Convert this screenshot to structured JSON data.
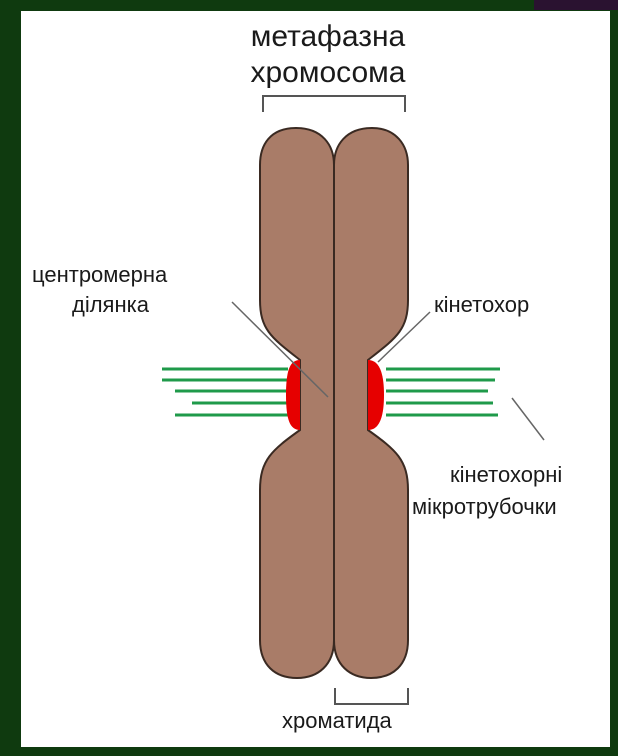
{
  "title": {
    "line1": "метафазна",
    "line2": "хромосома"
  },
  "labels": {
    "centromere_line1": "центромерна",
    "centromere_line2": "ділянка",
    "kinetochore": "кінетохор",
    "microtubules_line1": "кінетохорні",
    "microtubules_line2": "мікротрубочки",
    "chromatid": "хроматида"
  },
  "colors": {
    "frame": "#0f3a0f",
    "chromatid_fill": "#a97c68",
    "chromatid_stroke": "#3a2a22",
    "kinetochore": "#e60000",
    "microtubule": "#1f9a4a",
    "pointer": "#666666"
  }
}
